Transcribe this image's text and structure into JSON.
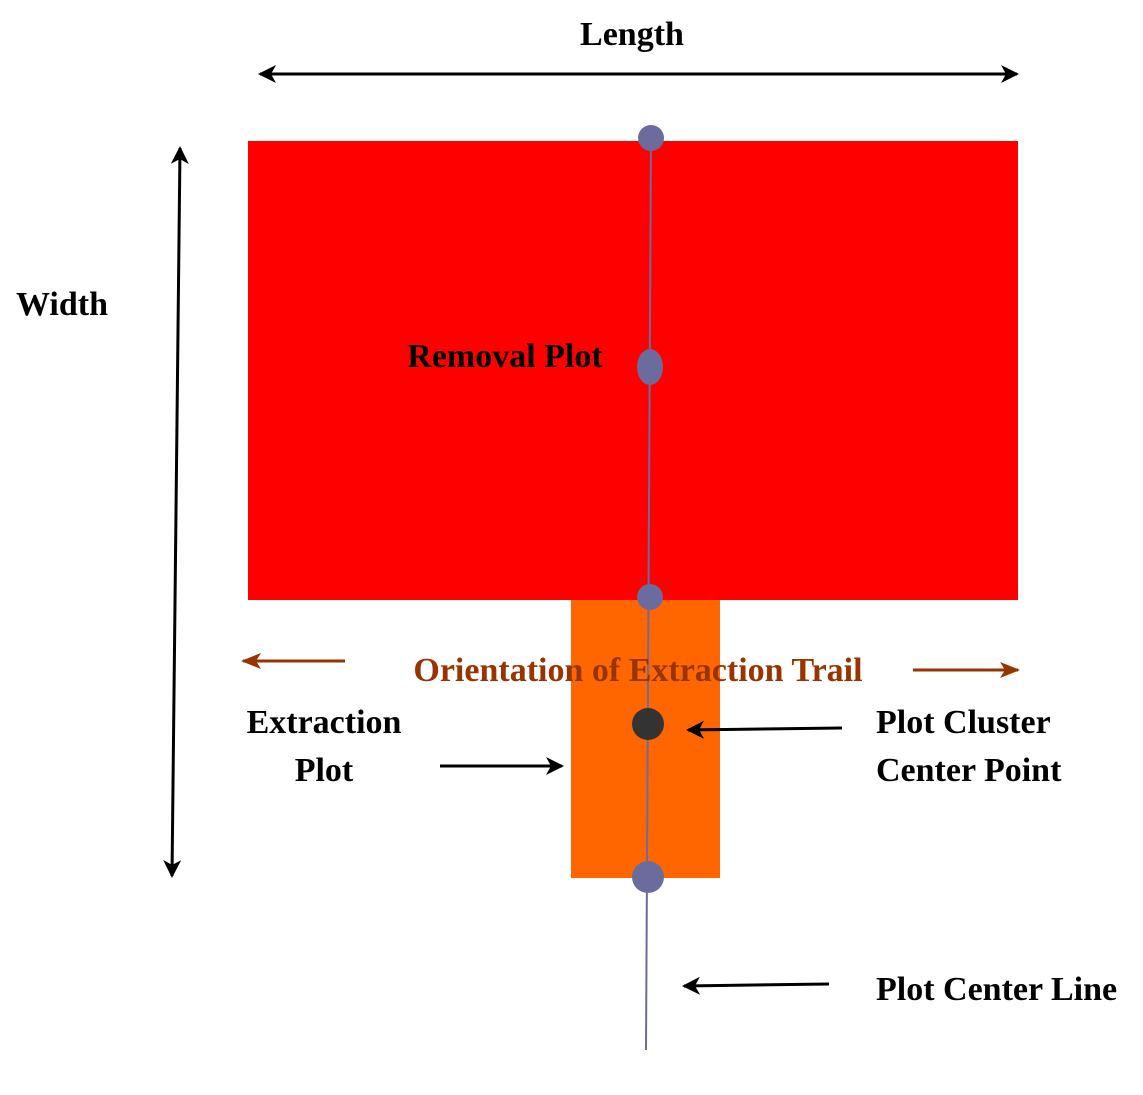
{
  "colors": {
    "removal_plot": "#ff0000",
    "extraction_plot": "#ff6600",
    "center_line": "#6b6b9e",
    "plot_point": "#6b6b9e",
    "cluster_point": "#333333",
    "trail_text": "#993300",
    "arrow": "#000000"
  },
  "labels": {
    "length": "Length",
    "width": "Width",
    "removal_plot": "Removal Plot",
    "orientation": "Orientation of Extraction Trail",
    "extraction_plot_line1": "Extraction",
    "extraction_plot_line2": "Plot",
    "cluster_line1": "Plot Cluster",
    "cluster_line2": "Center Point",
    "center_line": "Plot Center Line"
  }
}
